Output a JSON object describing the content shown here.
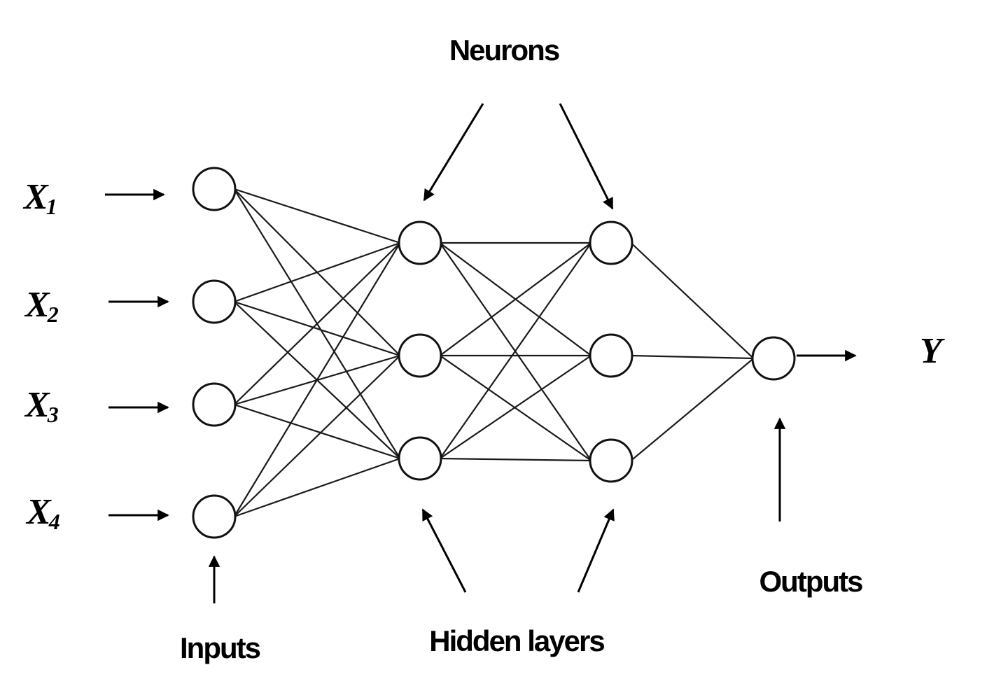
{
  "labels": {
    "neurons": "Neurons",
    "inputs": "Inputs",
    "hidden_layers": "Hidden layers",
    "outputs": "Outputs"
  },
  "input_vars": [
    {
      "base": "X",
      "sub": "1"
    },
    {
      "base": "X",
      "sub": "2"
    },
    {
      "base": "X",
      "sub": "3"
    },
    {
      "base": "X",
      "sub": "4"
    }
  ],
  "output_var": {
    "base": "Y"
  },
  "colors": {
    "stroke": "#000000",
    "background": "#ffffff"
  }
}
